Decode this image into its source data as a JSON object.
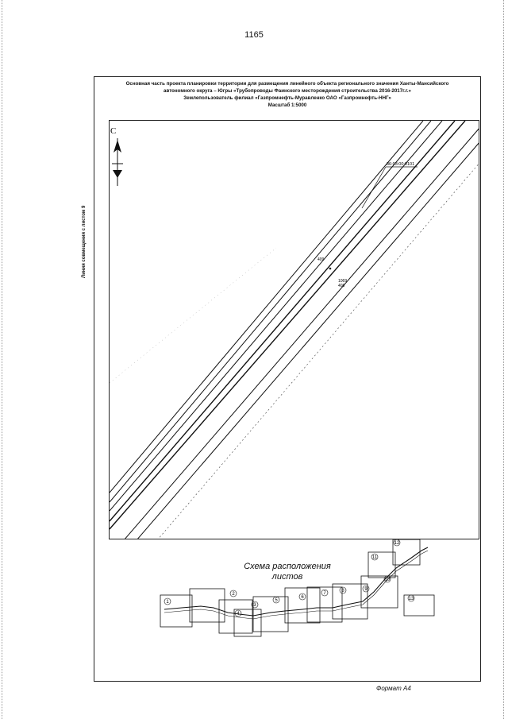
{
  "page": {
    "number": "1165"
  },
  "header": {
    "line1": "Основная часть проекта планировки территории для размещения линейного объекта регионального значения Ханты-Мансийского",
    "line2": "автономного округа – Югры «Трубопроводы Фаинского месторождения строительства 2016-2017г.г.»",
    "line3": "Землепользователь филиал «Газпромнефть-Муравленко ОАО «Газпромнефть-ННГ»",
    "line4": "Масштаб 1:5000"
  },
  "map": {
    "north_label": "С",
    "side_label": "Линия совмещения с листом 9",
    "parcel_label": "86:03:00:0101",
    "point_labels": [
      "409",
      "1069",
      "408"
    ]
  },
  "scheme": {
    "title_line1": "Схема расположения",
    "title_line2": "листов",
    "sheet_numbers": [
      "1",
      "2",
      "3",
      "4",
      "5",
      "6",
      "7",
      "8",
      "9",
      "10",
      "11",
      "12",
      "13"
    ]
  },
  "footer": {
    "format": "Формат А4"
  }
}
